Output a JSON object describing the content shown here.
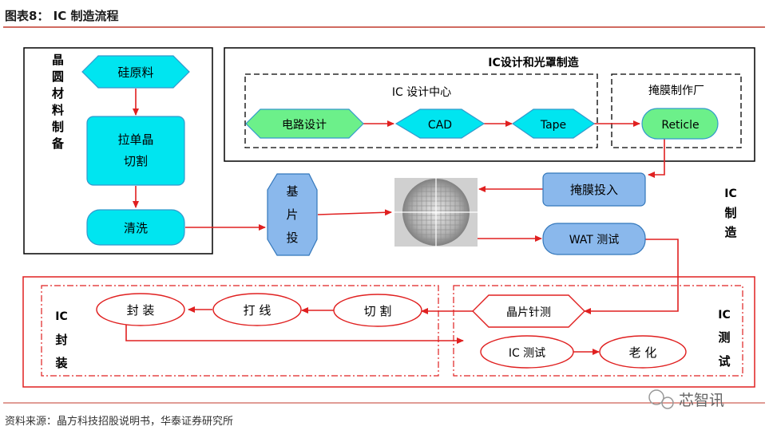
{
  "header": {
    "title": "图表8：  IC 制造流程"
  },
  "footer": {
    "source": "资料来源：晶方科技招股说明书，华泰证券研究所",
    "watermark": "芯智讯"
  },
  "sections": {
    "wafer_material": {
      "label": "晶圆材料制备"
    },
    "ic_design_mask": {
      "label": "IC设计和光罩制造"
    },
    "ic_design_center": {
      "label": "IC 设计中心"
    },
    "mask_factory": {
      "label": "掩膜制作厂"
    },
    "ic_manufacturing": {
      "label_line1": "IC",
      "label_line2": "制",
      "label_line3": "造"
    },
    "ic_packaging": {
      "label_line1": "IC",
      "label_line2": "封",
      "label_line3": "装"
    },
    "ic_testing": {
      "label_line1": "IC",
      "label_line2": "测",
      "label_line3": "试"
    }
  },
  "nodes": {
    "silicon_raw": "硅原料",
    "crystal_pull_line1": "拉单晶",
    "crystal_pull_line2": "切割",
    "cleaning": "清洗",
    "substrate_line1": "基",
    "substrate_line2": "片",
    "substrate_line3": "投",
    "circuit_design": "电路设计",
    "cad": "CAD",
    "tape": "Tape",
    "reticle": "Reticle",
    "mask_input": "掩膜投入",
    "wat_test": "WAT 测试",
    "wafer_probe": "晶片针测",
    "dicing": "切 割",
    "wire_bonding": "打 线",
    "packaging": "封 装",
    "ic_test": "IC 测试",
    "burn_in": "老 化"
  },
  "colors": {
    "cyan_fill": "#00e5f0",
    "cyan_stroke": "#3399cc",
    "green_fill": "#6cf08a",
    "blue_fill": "#8ab8ec",
    "arrow_red": "#e02020",
    "header_rule": "#c0392b"
  }
}
